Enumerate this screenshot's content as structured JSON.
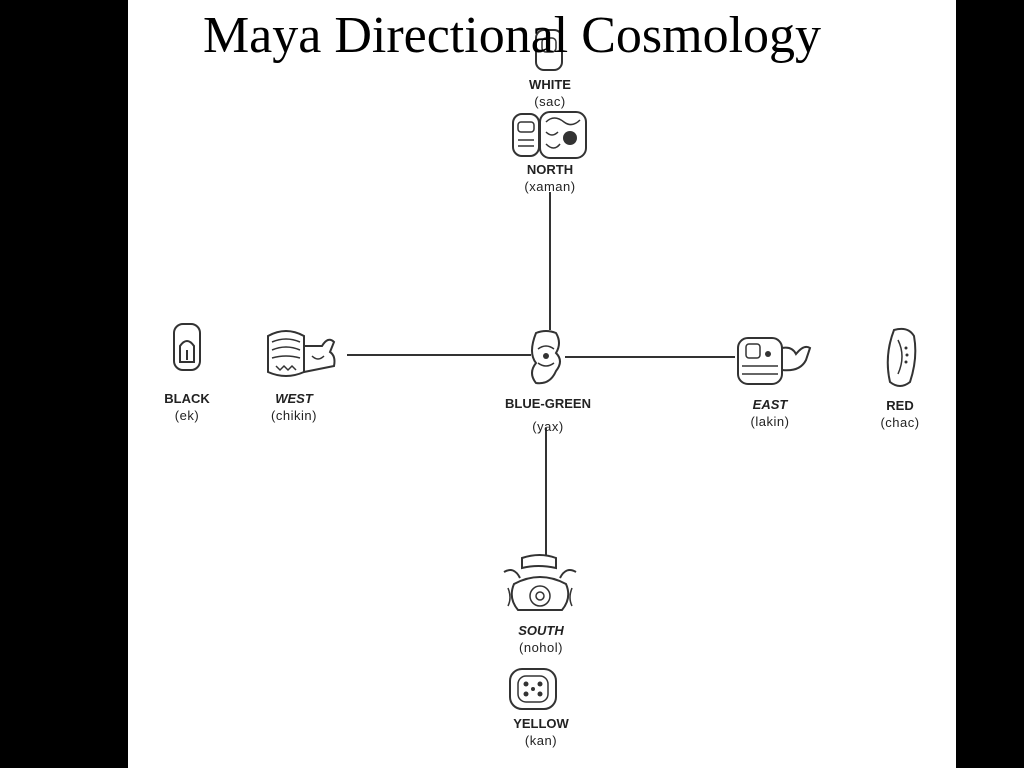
{
  "title": "Maya Directional Cosmology",
  "diagram": {
    "center": {
      "color_label": "BLUE-GREEN",
      "color_word": "(yax)"
    },
    "north": {
      "direction_label": "NORTH",
      "direction_word": "(xaman)",
      "color_label": "WHITE",
      "color_word": "(sac)"
    },
    "west": {
      "direction_label": "WEST",
      "direction_word": "(chikin)",
      "color_label": "BLACK",
      "color_word": "(ek)"
    },
    "east": {
      "direction_label": "EAST",
      "direction_word": "(lakin)",
      "color_label": "RED",
      "color_word": "(chac)"
    },
    "south": {
      "direction_label": "SOUTH",
      "direction_word": "(nohol)",
      "color_label": "YELLOW",
      "color_word": "(kan)"
    }
  },
  "colors": {
    "background": "#000000",
    "panel": "#ffffff",
    "ink": "#222222"
  }
}
